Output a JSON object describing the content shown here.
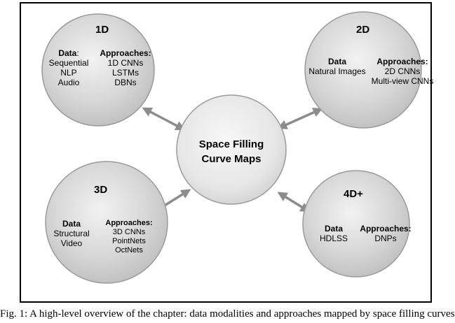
{
  "center": {
    "line1": "Space Filling",
    "line2": "Curve Maps"
  },
  "nodes": {
    "d1": {
      "title": "1D",
      "data_label": "Data",
      "data_items": [
        "Sequential",
        "NLP",
        "Audio"
      ],
      "approaches_label": "Approaches:",
      "approaches": [
        "1D CNNs",
        "LSTMs",
        "DBNs"
      ]
    },
    "d2": {
      "title": "2D",
      "data_label": "Data",
      "data_items": [
        "Natural Images"
      ],
      "approaches_label": "Approaches:",
      "approaches": [
        "2D CNNs",
        "Multi-view CNNs"
      ]
    },
    "d3": {
      "title": "3D",
      "data_label": "Data",
      "data_items": [
        "Structural",
        "Video"
      ],
      "approaches_label": "Approaches:",
      "approaches": [
        "3D CNNs",
        "PointNets",
        "OctNets"
      ]
    },
    "d4": {
      "title": "4D+",
      "data_label": "Data",
      "data_items": [
        "HDLSS"
      ],
      "approaches_label": "Approaches:",
      "approaches": [
        "DNPs"
      ]
    }
  },
  "colors": {
    "circle_fill": "#d4d4d4",
    "circle_stroke": "#9a9a9a",
    "arrow": "#8c8c8c",
    "border": "#000000"
  },
  "caption": "Fig. 1: A high-level overview of the chapter: data modalities and approaches mapped by space filling curves"
}
